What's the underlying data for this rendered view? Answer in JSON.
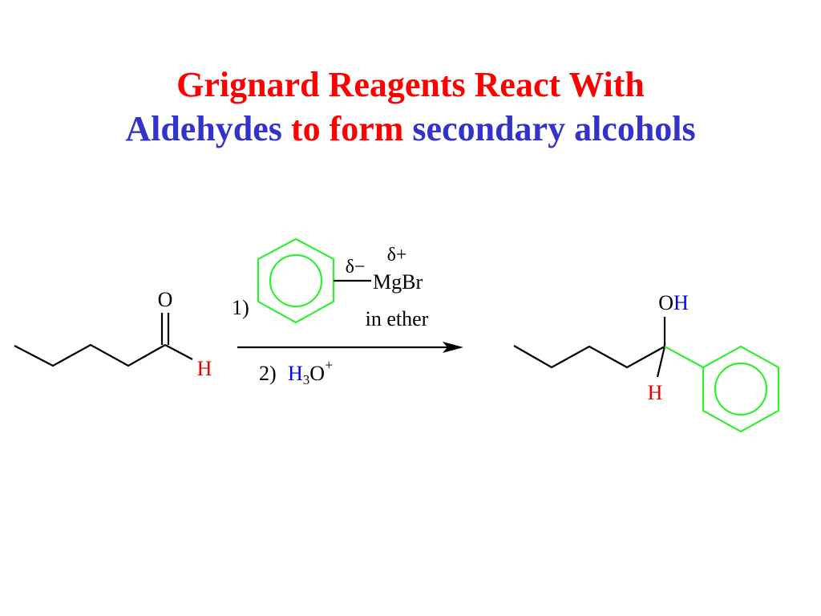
{
  "title": {
    "line1": "Grignard Reagents React With",
    "line2_part1": "Aldehydes",
    "line2_part2": "to form",
    "line2_part3": "secondary alcohols"
  },
  "reactant": {
    "oxygen_label": "O",
    "hydrogen_label": "H"
  },
  "reagent": {
    "step1_label": "1)",
    "delta_minus": "δ−",
    "delta_plus": "δ+",
    "metal_group": "MgBr",
    "solvent": "in ether",
    "step2_label": "2)",
    "acid_h": "H",
    "acid_sub": "3",
    "acid_o": "O",
    "acid_charge": "+"
  },
  "product": {
    "o_label": "O",
    "h_label": "H",
    "lower_h_label": "H"
  },
  "colors": {
    "title_red": "#ff0000",
    "title_blue": "#3333cc",
    "phenyl_green": "#33ee33",
    "hydrogen_red": "#ee0000",
    "acid_blue": "#0000ee",
    "bond_black": "#000000"
  }
}
